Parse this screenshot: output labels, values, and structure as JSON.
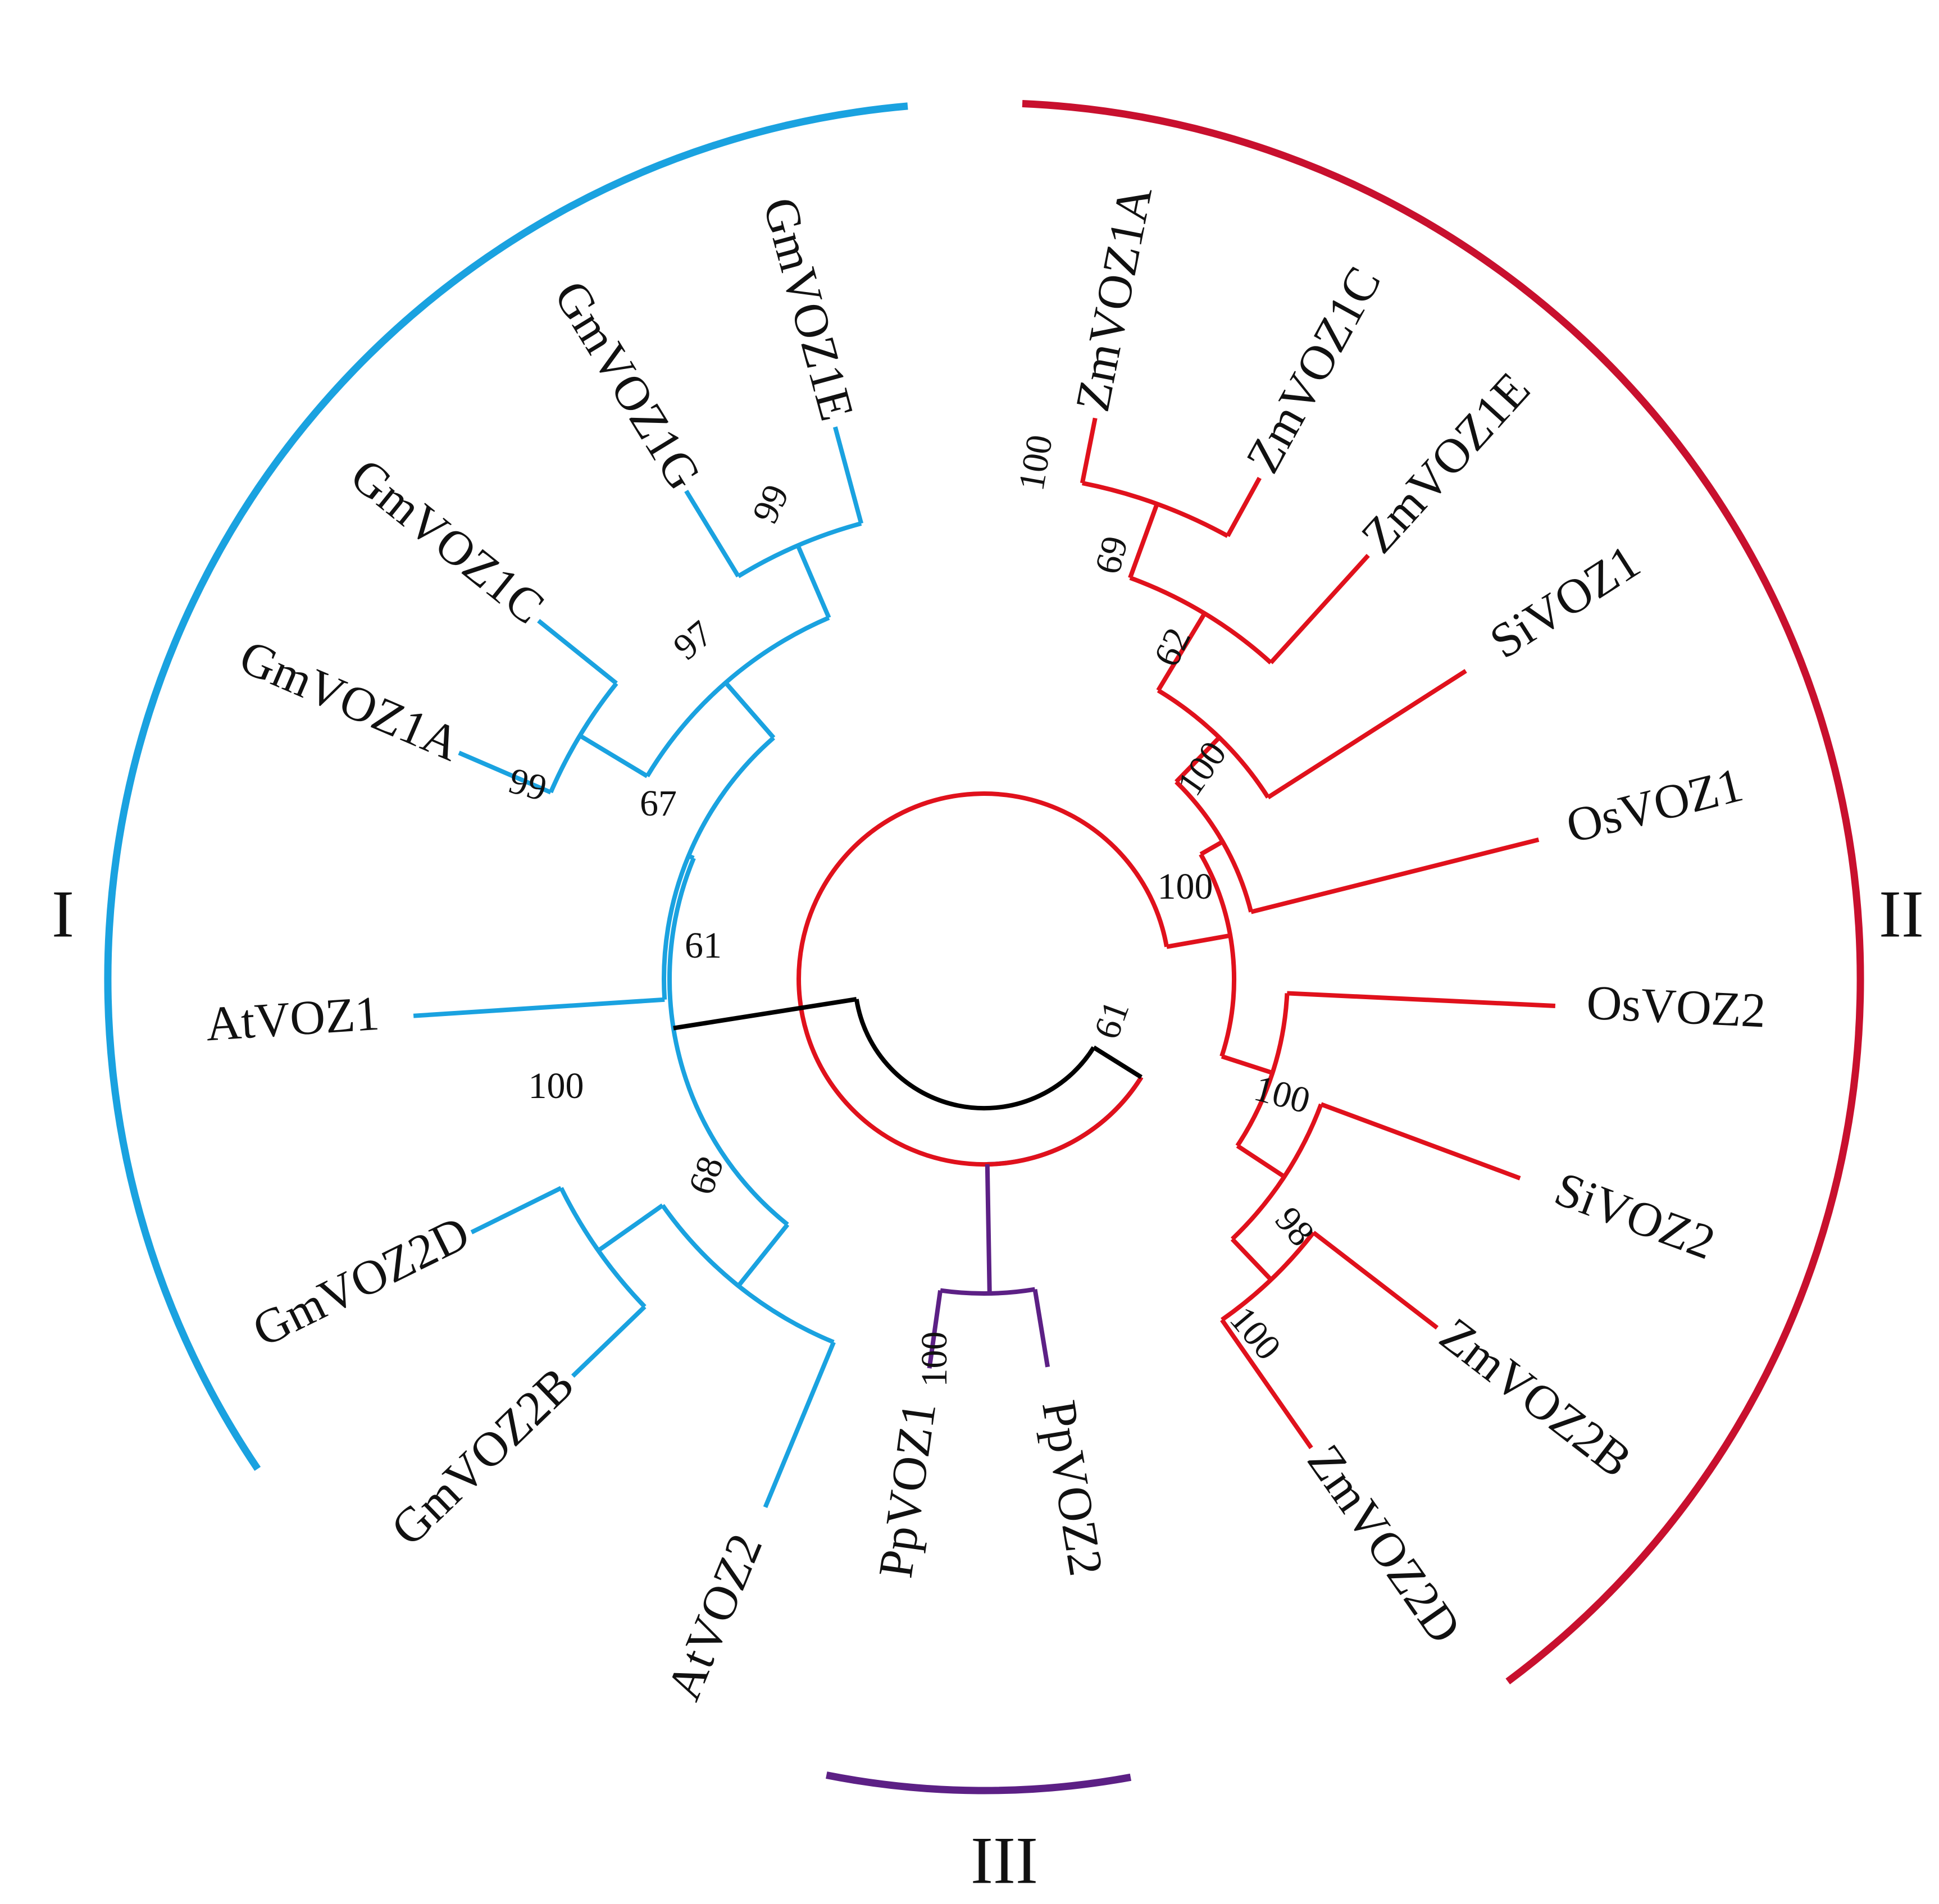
{
  "colors": {
    "clade_I": "#1aa2e0",
    "clade_II": "#e0111c",
    "clade_II_arc": "#c8102e",
    "clade_III": "#5c2085",
    "root": "#000000"
  },
  "clades": [
    {
      "label": "I",
      "color_key": "clade_I"
    },
    {
      "label": "II",
      "color_key": "clade_II_arc"
    },
    {
      "label": "III",
      "color_key": "clade_III"
    }
  ],
  "leaves": [
    "GmVOZ1E",
    "GmVOZ1G",
    "GmVOZ1C",
    "GmVOZ1A",
    "AtVOZ1",
    "GmVOZ2D",
    "GmVOZ2B",
    "AtVOZ2",
    "PpVOZ1",
    "PpVOZ2",
    "ZmVOZ1A",
    "ZmVOZ1C",
    "ZmVOZ1E",
    "SiVOZ1",
    "OsVOZ1",
    "OsVOZ2",
    "SiVOZ2",
    "ZmVOZ2B",
    "ZmVOZ2D"
  ],
  "bootstrap": {
    "gm1e_1g": "99",
    "gm1eg_1ca": "97",
    "gm1c_1a": "99",
    "gm1_atvoz1": "67",
    "gm2d_2b": "100",
    "gm2_atvoz2": "68",
    "clade_I": "61",
    "pp": "100",
    "zm1a_1c": "100",
    "zm1ac_1e": "69",
    "zm_si1": "62",
    "voz1_os1": "100",
    "os2_si2_zm2": "100",
    "si2_zm2": "98",
    "zm2b_2d": "100",
    "clade_II": "100",
    "clade_II_III": "61"
  }
}
